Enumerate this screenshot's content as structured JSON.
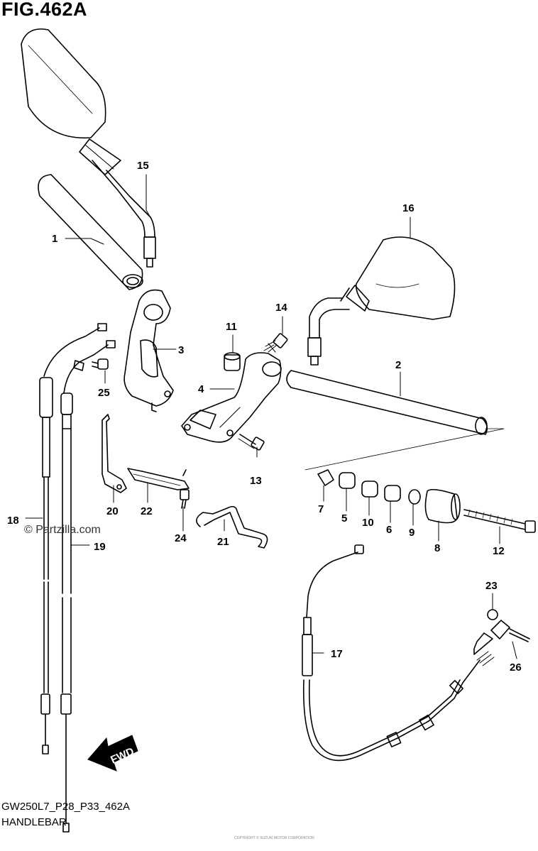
{
  "figure": {
    "title": "FIG.462A",
    "code": "GW250L7_P28_P33_462A",
    "name": "HANDLEBAR",
    "watermark": "© Partzilla.com",
    "fine_print": "COPYRIGHT © SUZUKI MOTOR CORPORATION"
  },
  "fwd_label": "FWD",
  "callouts": {
    "c1": "1",
    "c2": "2",
    "c3": "3",
    "c4": "4",
    "c5": "5",
    "c6": "6",
    "c7": "7",
    "c8": "8",
    "c9": "9",
    "c10": "10",
    "c11": "11",
    "c12": "12",
    "c13": "13",
    "c14": "14",
    "c15": "15",
    "c16": "16",
    "c17": "17",
    "c18": "18",
    "c19": "19",
    "c20": "20",
    "c21": "21",
    "c22": "22",
    "c23": "23",
    "c24": "24",
    "c25": "25",
    "c26": "26"
  },
  "colors": {
    "line": "#000000",
    "background": "#ffffff"
  }
}
